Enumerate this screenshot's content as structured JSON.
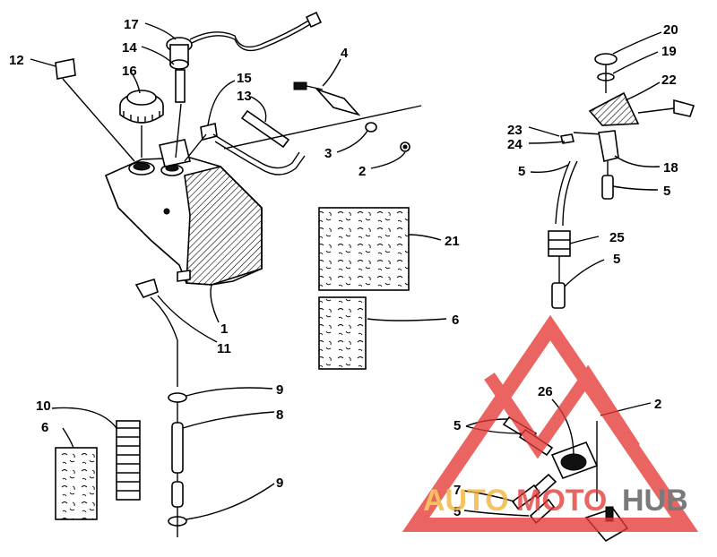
{
  "callouts": [
    {
      "id": "c17",
      "text": "17"
    },
    {
      "id": "c14",
      "text": "14"
    },
    {
      "id": "c12",
      "text": "12"
    },
    {
      "id": "c16",
      "text": "16"
    },
    {
      "id": "c15",
      "text": "15"
    },
    {
      "id": "c13",
      "text": "13"
    },
    {
      "id": "c4",
      "text": "4"
    },
    {
      "id": "c3",
      "text": "3"
    },
    {
      "id": "c2a",
      "text": "2"
    },
    {
      "id": "c21",
      "text": "21"
    },
    {
      "id": "c6a",
      "text": "6"
    },
    {
      "id": "c1",
      "text": "1"
    },
    {
      "id": "c11",
      "text": "11"
    },
    {
      "id": "c9a",
      "text": "9"
    },
    {
      "id": "c8",
      "text": "8"
    },
    {
      "id": "c9b",
      "text": "9"
    },
    {
      "id": "c10",
      "text": "10"
    },
    {
      "id": "c6b",
      "text": "6"
    },
    {
      "id": "c20",
      "text": "20"
    },
    {
      "id": "c19",
      "text": "19"
    },
    {
      "id": "c22",
      "text": "22"
    },
    {
      "id": "c23",
      "text": "23"
    },
    {
      "id": "c24",
      "text": "24"
    },
    {
      "id": "c18",
      "text": "18"
    },
    {
      "id": "c5a",
      "text": "5"
    },
    {
      "id": "c5b",
      "text": "5"
    },
    {
      "id": "c25",
      "text": "25"
    },
    {
      "id": "c5c",
      "text": "5"
    },
    {
      "id": "c26",
      "text": "26"
    },
    {
      "id": "c2b",
      "text": "2"
    },
    {
      "id": "c5d",
      "text": "5"
    },
    {
      "id": "c7",
      "text": "7"
    },
    {
      "id": "c5e",
      "text": "5"
    }
  ],
  "watermark": {
    "part1": "AUTO",
    "part2": "MOTO",
    "part3": "HUB",
    "color_primary": "#e53935",
    "color_secondary": "#f2b233",
    "color_dark": "#555555"
  }
}
